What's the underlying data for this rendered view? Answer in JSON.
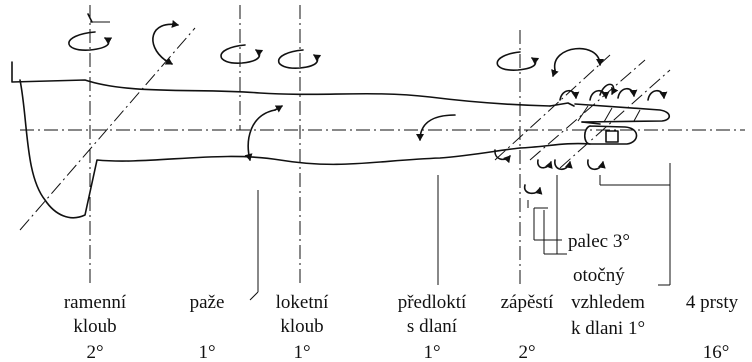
{
  "joints": [
    {
      "id": "shoulder",
      "label_lines": [
        "ramenní",
        "kloub"
      ],
      "degrees": "2°"
    },
    {
      "id": "arm",
      "label_lines": [
        "paže"
      ],
      "degrees": "1°"
    },
    {
      "id": "elbow",
      "label_lines": [
        "loketní",
        "kloub"
      ],
      "degrees": "1°"
    },
    {
      "id": "forearm",
      "label_lines": [
        "předloktí",
        "s dlaní"
      ],
      "degrees": "1°"
    },
    {
      "id": "wrist",
      "label_lines": [
        "zápěstí"
      ],
      "degrees": "2°"
    },
    {
      "id": "thumb",
      "label_lines": [
        "palec 3°"
      ],
      "degrees": ""
    },
    {
      "id": "thumb-rotary",
      "label_lines": [
        "otočný",
        "vzhledem",
        "k dlani 1°"
      ],
      "degrees": ""
    },
    {
      "id": "fingers",
      "label_lines": [
        "4 prsty"
      ],
      "degrees": "16°"
    }
  ]
}
